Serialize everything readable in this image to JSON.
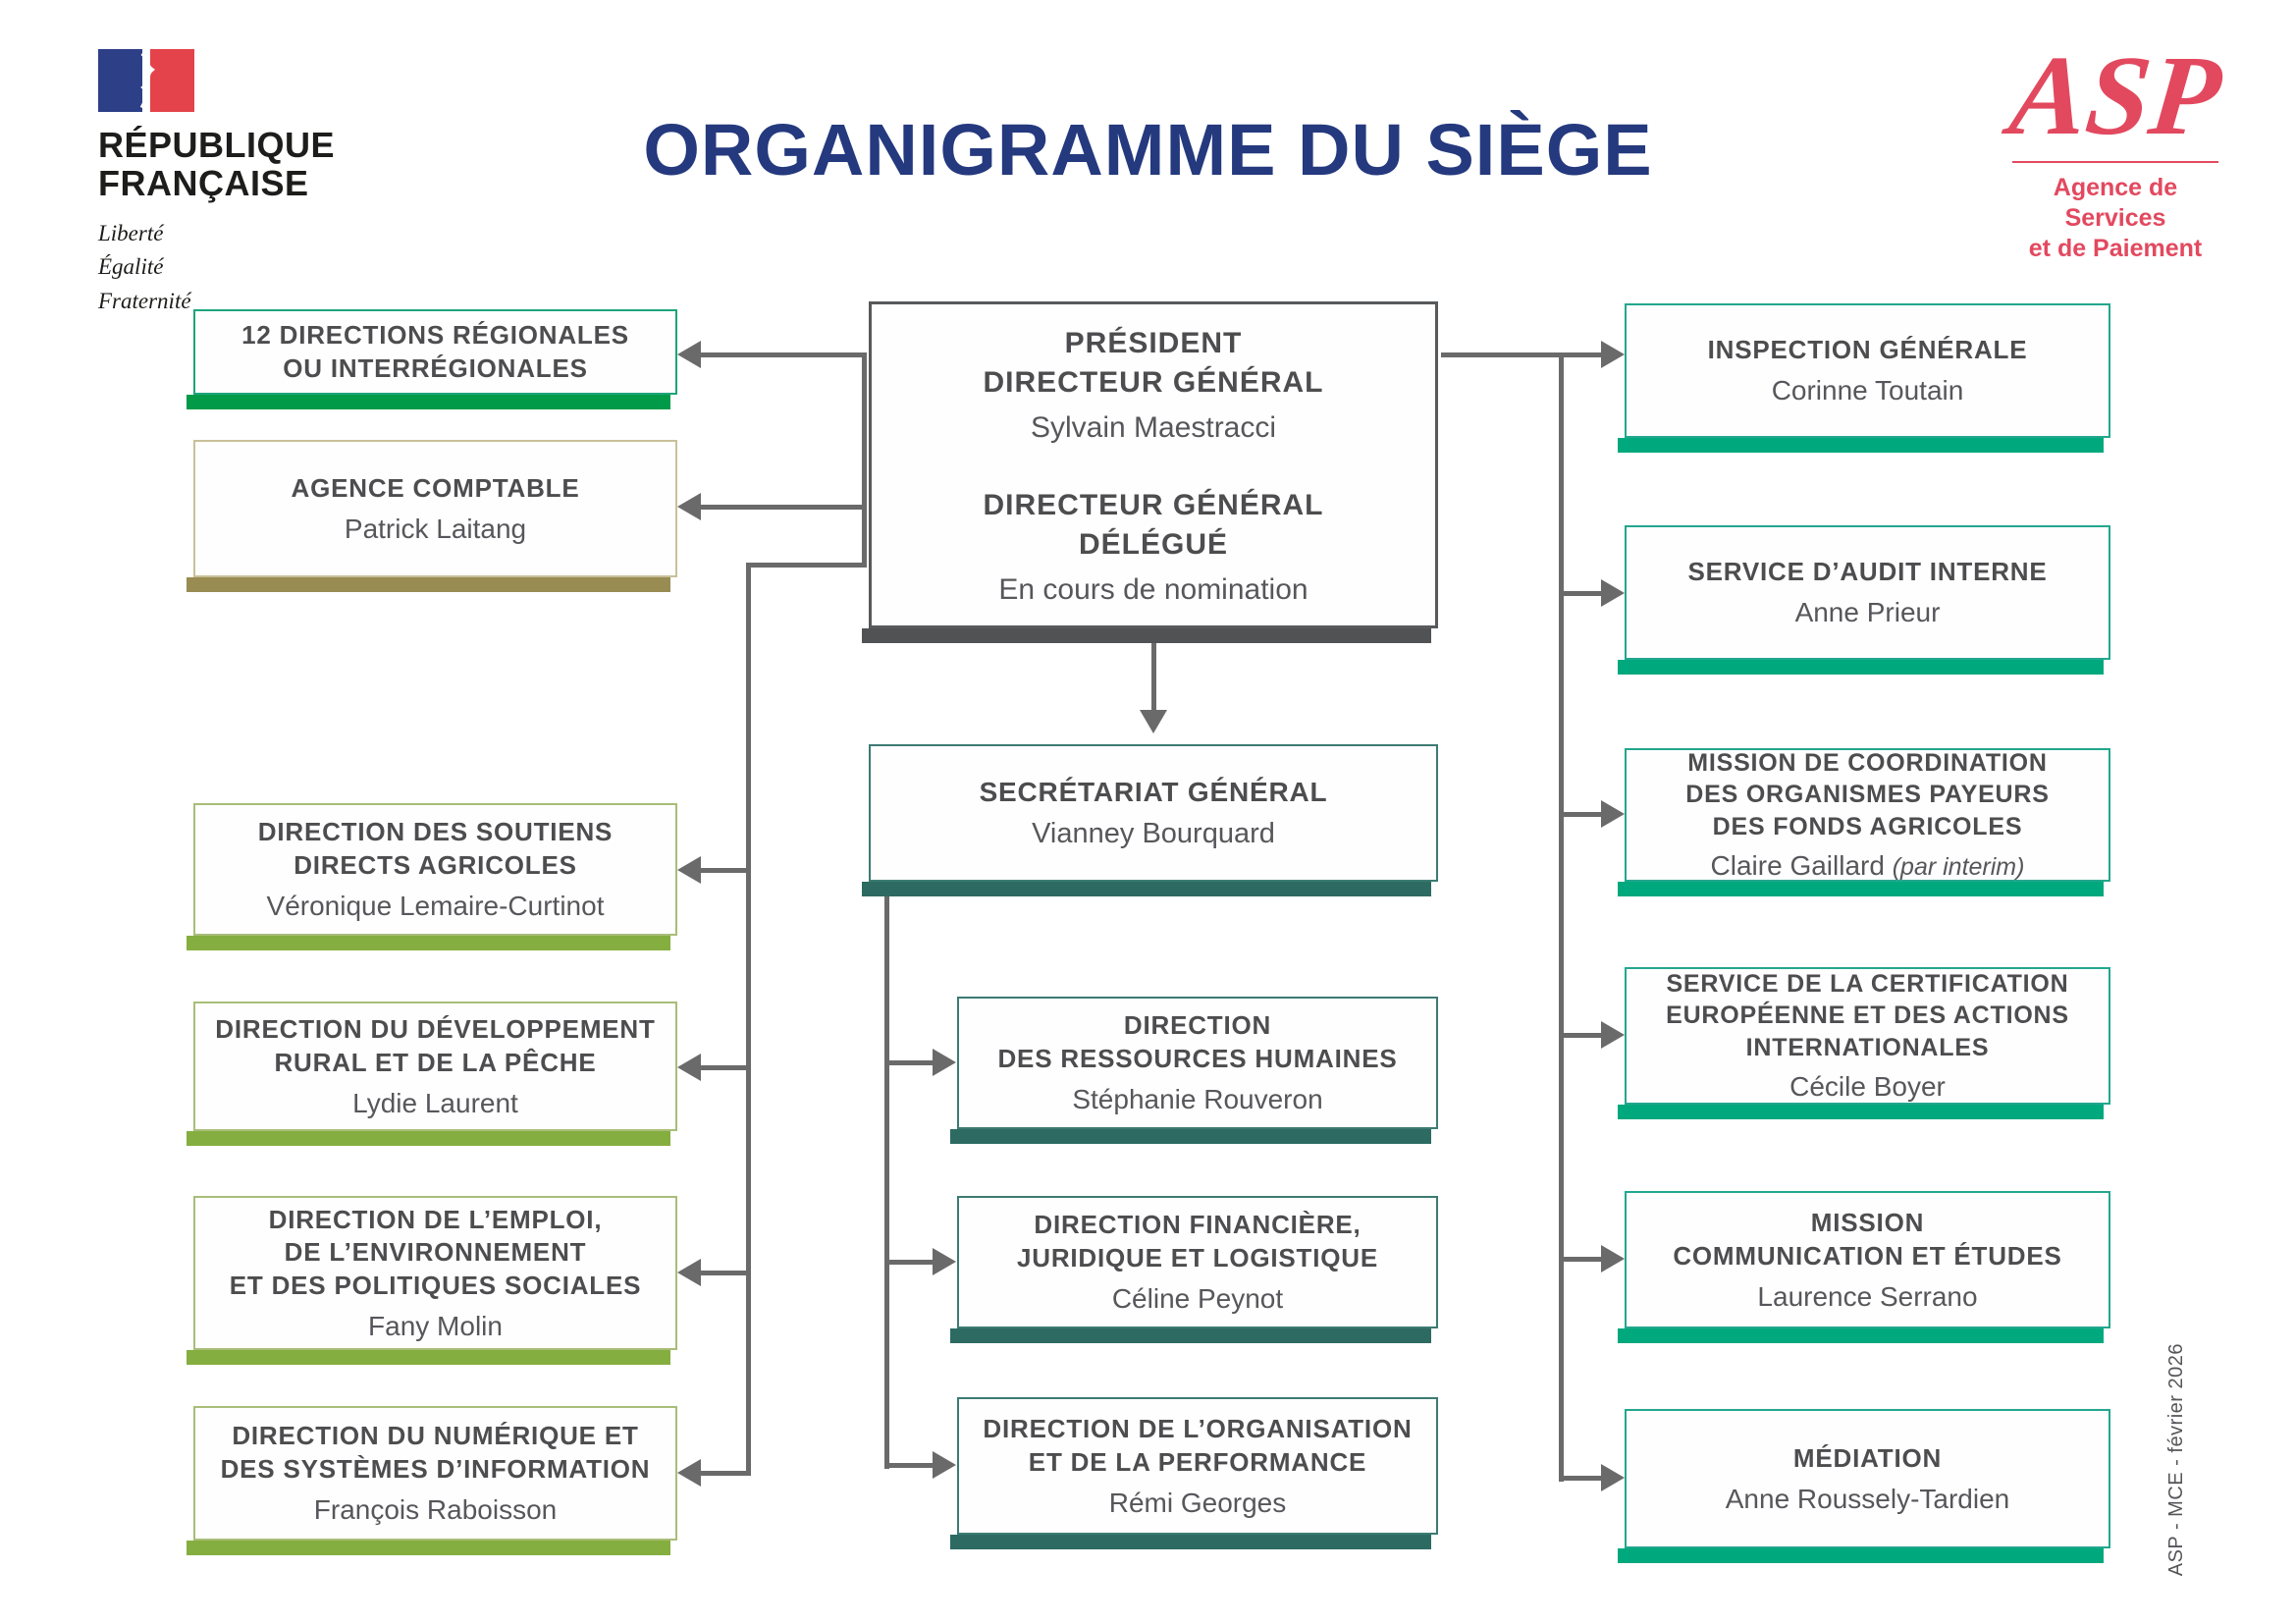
{
  "header": {
    "republique": {
      "line1": "RÉPUBLIQUE",
      "line2": "FRANÇAISE",
      "motto": [
        "Liberté",
        "Égalité",
        "Fraternité"
      ]
    },
    "title": "ORGANIGRAMME DU SIÈGE",
    "asp_logo": {
      "acronym": "ASP",
      "subtitle_line1": "Agence de Services",
      "subtitle_line2": "et de Paiement"
    }
  },
  "org": {
    "root": {
      "title1": "PRÉSIDENT\nDIRECTEUR GÉNÉRAL",
      "name1": "Sylvain Maestracci",
      "title2": "DIRECTEUR GÉNÉRAL\nDÉLÉGUÉ",
      "name2": "En cours de nomination"
    },
    "left": [
      {
        "title": "12 DIRECTIONS RÉGIONALES\nOU INTERRÉGIONALES",
        "name": ""
      },
      {
        "title": "AGENCE COMPTABLE",
        "name": "Patrick Laitang"
      },
      {
        "title": "DIRECTION DES SOUTIENS\nDIRECTS AGRICOLES",
        "name": "Véronique Lemaire-Curtinot"
      },
      {
        "title": "DIRECTION DU DÉVELOPPEMENT\nRURAL ET DE LA PÊCHE",
        "name": "Lydie Laurent"
      },
      {
        "title": "DIRECTION DE L’EMPLOI,\nDE L’ENVIRONNEMENT\nET DES POLITIQUES SOCIALES",
        "name": "Fany Molin"
      },
      {
        "title": "DIRECTION DU NUMÉRIQUE ET\nDES SYSTÈMES D’INFORMATION",
        "name": "François Raboisson"
      }
    ],
    "secretariat": {
      "title": "SECRÉTARIAT GÉNÉRAL",
      "name": "Vianney Bourquard"
    },
    "secretariat_children": [
      {
        "title": "DIRECTION\nDES RESSOURCES HUMAINES",
        "name": "Stéphanie Rouveron"
      },
      {
        "title": "DIRECTION FINANCIÈRE,\nJURIDIQUE ET LOGISTIQUE",
        "name": "Céline Peynot"
      },
      {
        "title": "DIRECTION DE L’ORGANISATION\nET DE LA PERFORMANCE",
        "name": "Rémi Georges"
      }
    ],
    "right": [
      {
        "title": "INSPECTION GÉNÉRALE",
        "name": "Corinne Toutain"
      },
      {
        "title": "SERVICE D’AUDIT INTERNE",
        "name": "Anne Prieur"
      },
      {
        "title": "MISSION DE COORDINATION\nDES ORGANISMES PAYEURS\nDES FONDS AGRICOLES",
        "name": "Claire Gaillard",
        "name_suffix": "(par interim)"
      },
      {
        "title": "SERVICE DE LA CERTIFICATION\nEUROPÉENNE ET DES ACTIONS\nINTERNATIONALES",
        "name": "Cécile Boyer"
      },
      {
        "title": "MISSION\nCOMMUNICATION ET ÉTUDES",
        "name": "Laurence Serrano"
      },
      {
        "title": "MÉDIATION",
        "name": "Anne Roussely-Tardien"
      }
    ]
  },
  "footer": {
    "side_note": "ASP - MCE - février 2026"
  },
  "colors": {
    "title_blue": "#24397E",
    "asp_pink": "#E2495F",
    "text_dark": "#4D4D4F",
    "connector_gray": "#6A6A6A",
    "green_bar": "#009A49",
    "green_border": "#1DA57B",
    "olive_bar": "#998C52",
    "olive_border": "#C9C09A",
    "lime_bar": "#85AE41",
    "lime_border": "#A9BD78",
    "gray_bar": "#515254",
    "gray_border": "#58595B",
    "darkteal_bar": "#2D6B62",
    "darkteal_border": "#3C7B72",
    "teal_bar": "#00A87D",
    "teal_border": "#23A78E",
    "flag_blue": "#2D3F87",
    "flag_red": "#E4434B"
  }
}
